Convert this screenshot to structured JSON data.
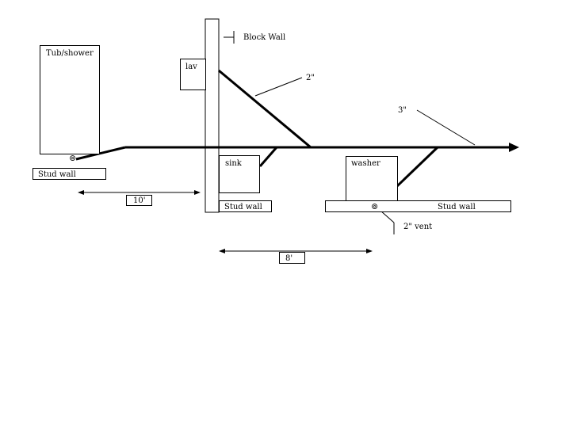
{
  "labels": {
    "block_wall": "Block Wall",
    "tub_shower": "Tub/shower",
    "lav": "lav",
    "pipe_2in": "2\"",
    "pipe_3in": "3\"",
    "sink": "sink",
    "washer": "washer",
    "stud_wall_left": "Stud wall",
    "stud_wall_center": "Stud wall",
    "stud_wall_right": "Stud wall",
    "dim_10": "10'",
    "dim_8": "8'",
    "vent_2in": "2\" vent"
  },
  "symbols": {
    "cleanout": "⊚"
  },
  "colors": {
    "line": "#000000",
    "background": "#ffffff"
  }
}
